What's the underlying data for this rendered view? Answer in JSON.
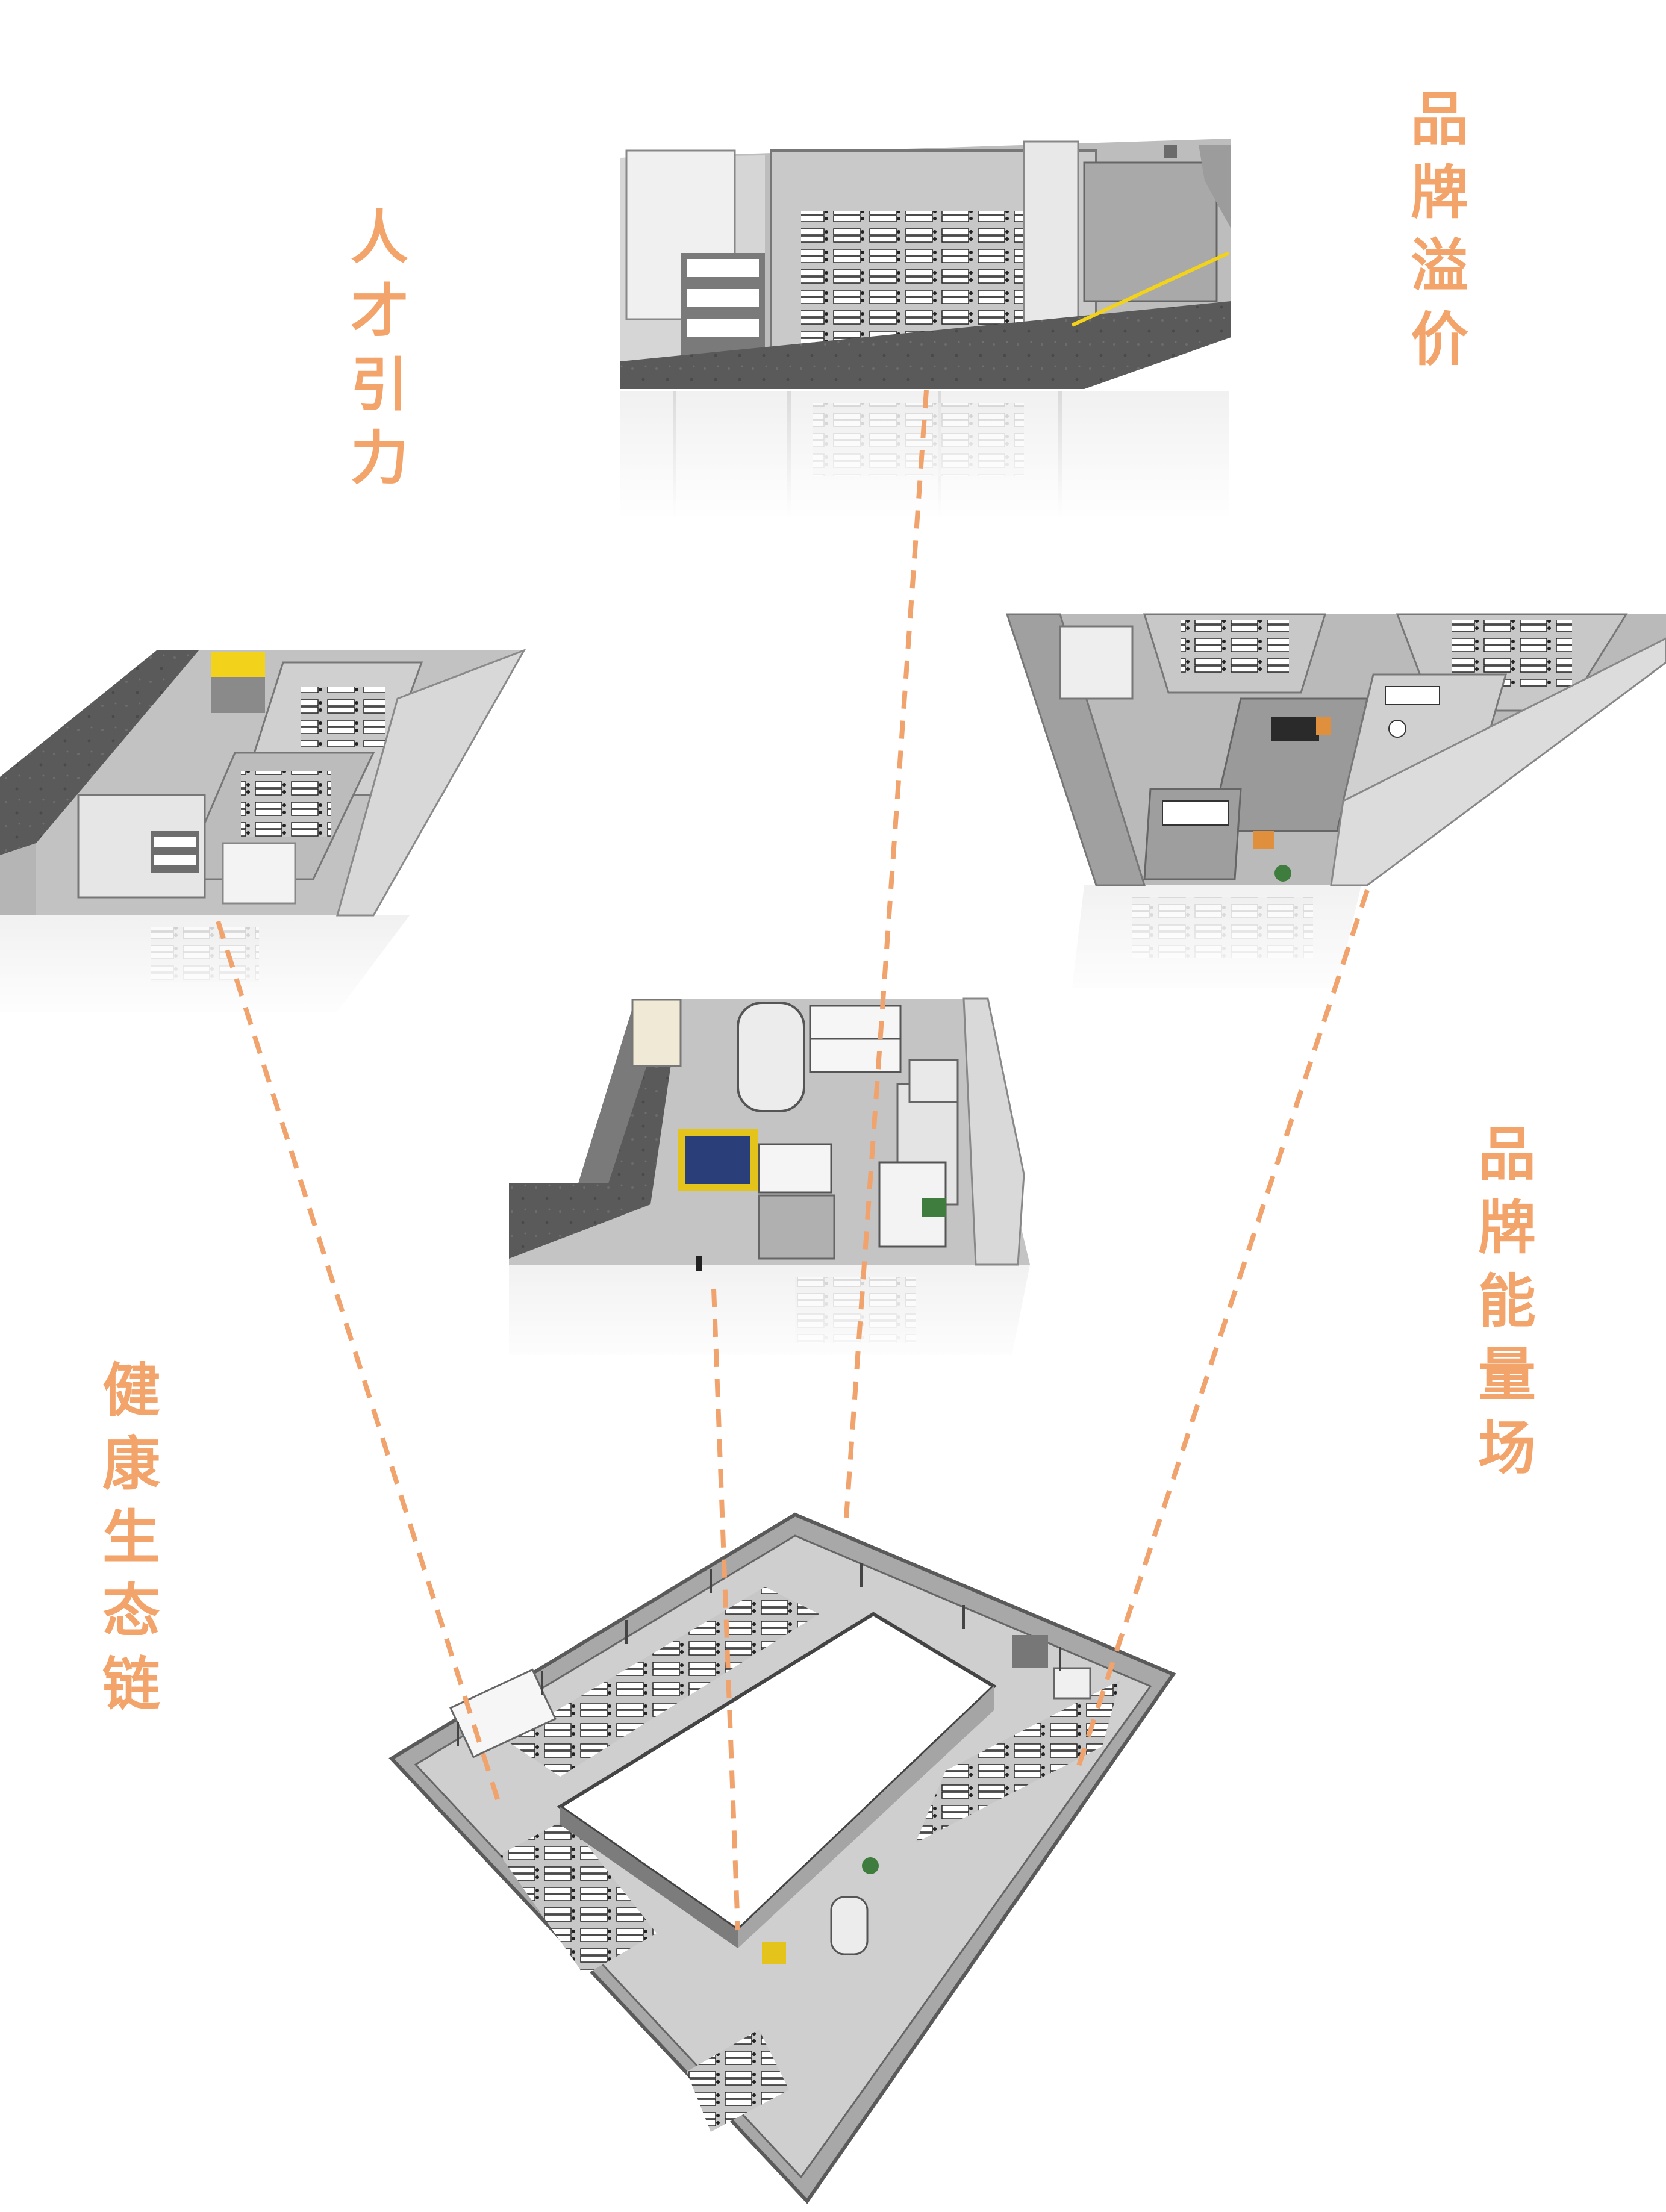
{
  "labels": {
    "talent": [
      "人",
      "才",
      "引",
      "力"
    ],
    "premium": [
      "品",
      "牌",
      "溢",
      "价"
    ],
    "energy": [
      "品",
      "牌",
      "能",
      "量",
      "场"
    ],
    "health": [
      "健",
      "康",
      "生",
      "态",
      "链"
    ]
  },
  "colors": {
    "accent": "#F3A46B",
    "dash": "#F0A36D",
    "floor_gray": "#B9B9B9",
    "floor_dark": "#555555",
    "wall_light": "#DCDCDC",
    "desk_white": "#FFFFFF",
    "accent_yellow": "#F2D21A"
  },
  "views": [
    {
      "id": "premium-view",
      "description_name": "top-view"
    },
    {
      "id": "talent-view",
      "description_name": "left-view"
    },
    {
      "id": "energy-view",
      "description_name": "right-view"
    },
    {
      "id": "health-view",
      "description_name": "center-view"
    },
    {
      "id": "master-plan",
      "description_name": "isometric-floor-plan"
    }
  ]
}
